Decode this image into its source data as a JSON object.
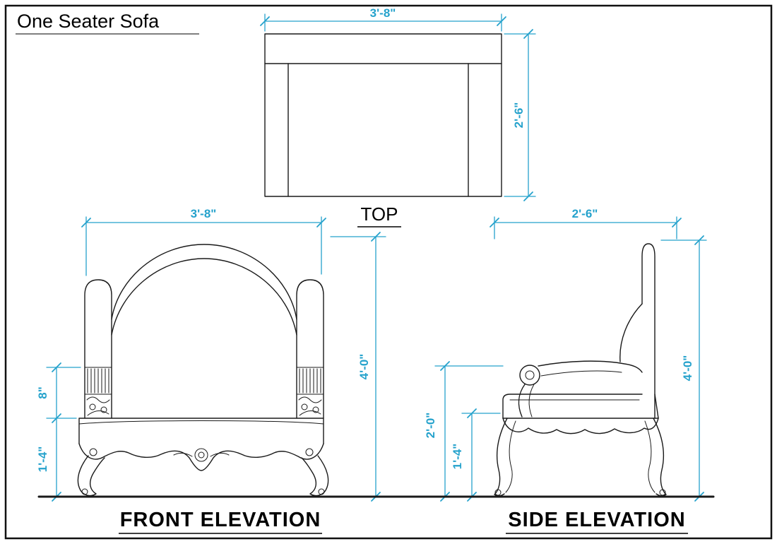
{
  "title": "One Seater Sofa",
  "colors": {
    "dimension": "#25a2cc",
    "line": "#1a1a1a",
    "background": "#ffffff"
  },
  "views": {
    "top": {
      "label": "TOP",
      "width": "3'-8\"",
      "depth": "2'-6\""
    },
    "front": {
      "label": "FRONT ELEVATION",
      "width": "3'-8\"",
      "height": "4'-0\"",
      "arm_height": "8\"",
      "seat_height": "1'-4\""
    },
    "side": {
      "label": "SIDE ELEVATION",
      "depth": "2'-6\"",
      "height": "4'-0\"",
      "arm_height": "2'-0\"",
      "seat_height": "1'-4\""
    }
  }
}
